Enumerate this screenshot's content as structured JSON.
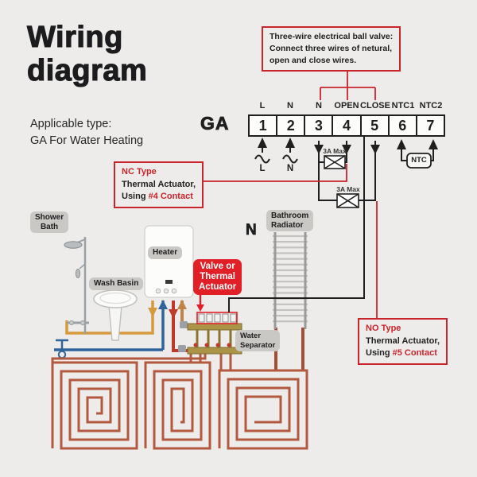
{
  "header": {
    "title_line1": "Wiring",
    "title_line2": "diagram",
    "subtitle_line1": "Applicable type:",
    "subtitle_line2": "GA For Water Heating"
  },
  "ball_valve_note": {
    "line1": "Three-wire electrical ball valve:",
    "line2": "Connect three wires of netural,",
    "line3": "open and close wires."
  },
  "terminal_block": {
    "model": "GA",
    "labels": [
      "L",
      "N",
      "N",
      "OPEN",
      "CLOSE",
      "NTC1",
      "NTC2"
    ],
    "numbers": [
      "1",
      "2",
      "3",
      "4",
      "5",
      "6",
      "7"
    ]
  },
  "symbols": {
    "live": "L",
    "neutral": "N",
    "fuse_top": "3A Max",
    "fuse_bottom": "3A Max",
    "ntc": "NTC",
    "neutral_wire": "N"
  },
  "nc_note": {
    "type": "NC Type",
    "line2": "Thermal Actuator,",
    "using": "Using ",
    "contact": "#4 Contact"
  },
  "no_note": {
    "type": "NO Type",
    "line2": "Thermal Actuator,",
    "using": "Using ",
    "contact": "#5 Contact"
  },
  "equipment": {
    "shower_line1": "Shower",
    "shower_line2": "Bath",
    "basin": "Wash Basin",
    "heater": "Heater",
    "radiator_line1": "Bathroom",
    "radiator_line2": "Radiator",
    "valve_line1": "Valve or",
    "valve_line2": "Thermal",
    "valve_line3": "Actuator",
    "separator_line1": "Water",
    "separator_line2": "Separator"
  },
  "colors": {
    "background": "#edecea",
    "accent_red": "#c8252c",
    "callout_red": "#e01f26",
    "wire_black": "#1f1f1f",
    "pipe_orange": "#d49a3e",
    "pipe_blue": "#2f639b",
    "pipe_red": "#c03a2b",
    "pipe_return": "#c08448",
    "coil_brown": "#b2593f",
    "brass": "#ab9348",
    "label_gray": "#c9c8c5"
  }
}
